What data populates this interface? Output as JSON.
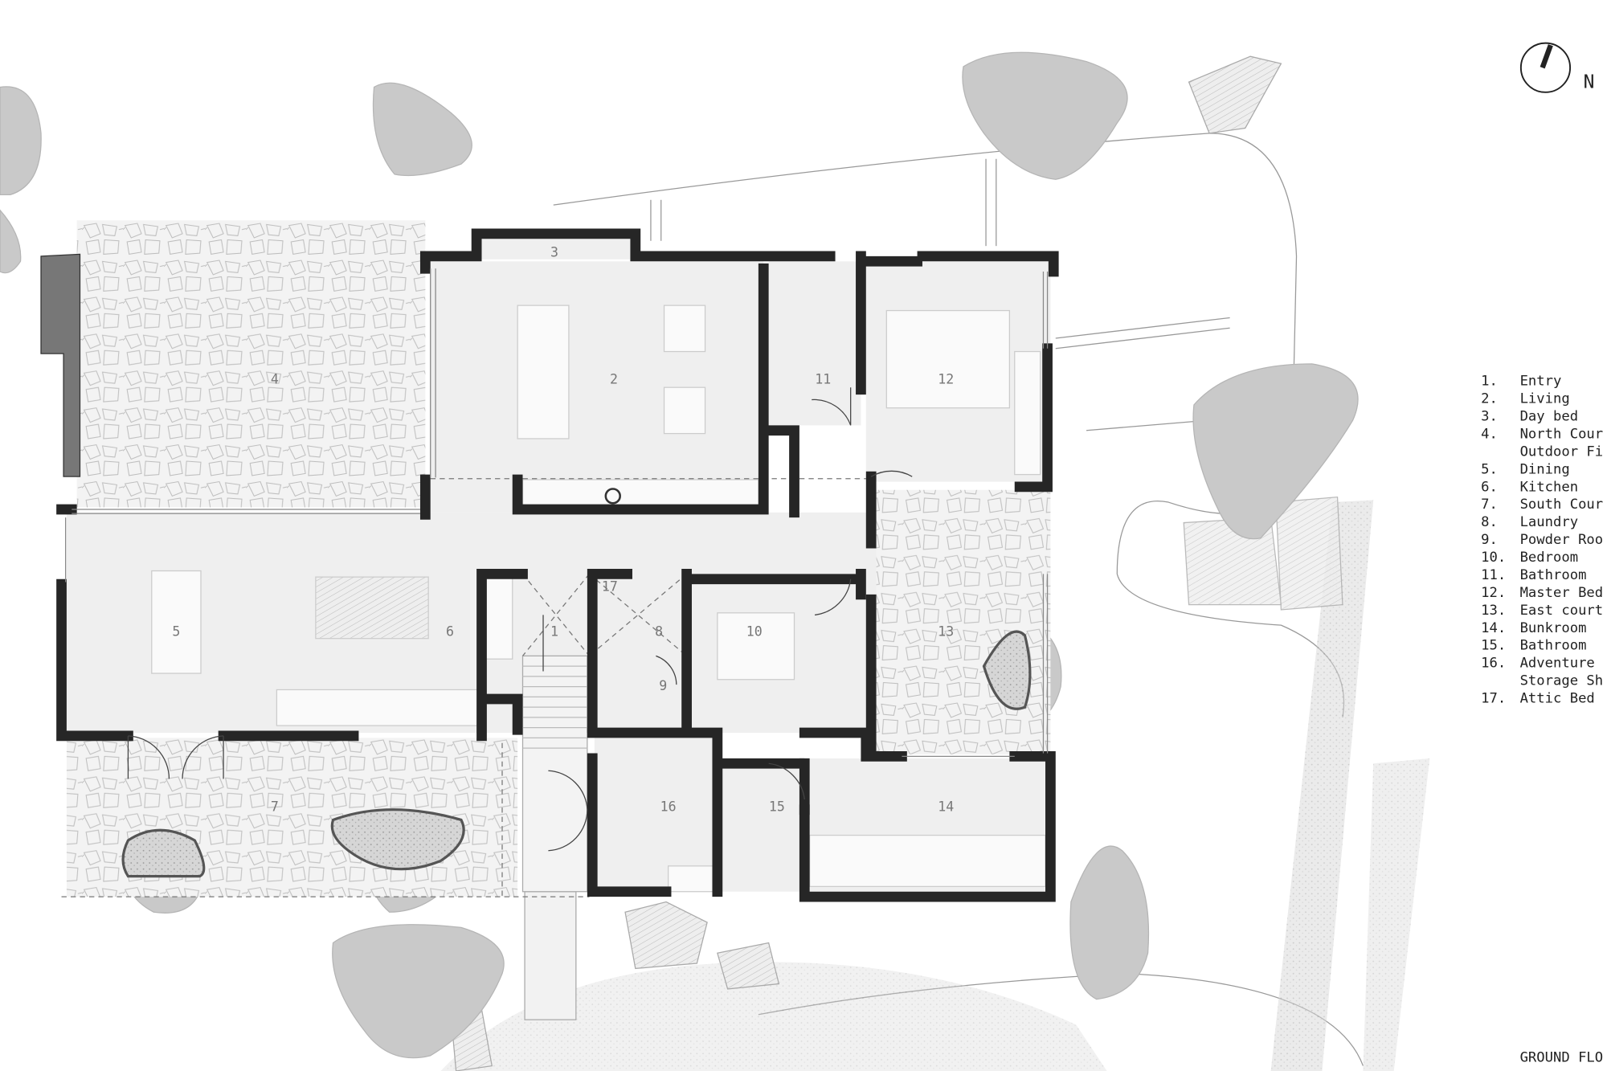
{
  "plan": {
    "title": "GROUND FLO",
    "north_label": "N",
    "rooms": [
      {
        "num": "1"
      },
      {
        "num": "2"
      },
      {
        "num": "3"
      },
      {
        "num": "4"
      },
      {
        "num": "5"
      },
      {
        "num": "6"
      },
      {
        "num": "7"
      },
      {
        "num": "8"
      },
      {
        "num": "9"
      },
      {
        "num": "10"
      },
      {
        "num": "11"
      },
      {
        "num": "12"
      },
      {
        "num": "13"
      },
      {
        "num": "14"
      },
      {
        "num": "15"
      },
      {
        "num": "16"
      },
      {
        "num": "17"
      }
    ]
  },
  "legend": [
    {
      "num": "1.",
      "label": "Entry"
    },
    {
      "num": "2.",
      "label": "Living"
    },
    {
      "num": "3.",
      "label": "Day bed"
    },
    {
      "num": "4.",
      "label": "North Cour"
    },
    {
      "num": "",
      "label": "Outdoor Fi"
    },
    {
      "num": "5.",
      "label": "Dining"
    },
    {
      "num": "6.",
      "label": "Kitchen"
    },
    {
      "num": "7.",
      "label": "South Cour"
    },
    {
      "num": "8.",
      "label": "Laundry"
    },
    {
      "num": "9.",
      "label": "Powder Roo"
    },
    {
      "num": "10.",
      "label": "Bedroom"
    },
    {
      "num": "11.",
      "label": "Bathroom"
    },
    {
      "num": "12.",
      "label": "Master Bed"
    },
    {
      "num": "13.",
      "label": "East court"
    },
    {
      "num": "14.",
      "label": "Bunkroom"
    },
    {
      "num": "15.",
      "label": "Bathroom"
    },
    {
      "num": "16.",
      "label": "Adventure"
    },
    {
      "num": "",
      "label": "Storage Sh"
    },
    {
      "num": "17.",
      "label": "Attic Bed"
    }
  ],
  "colors": {
    "wall": "#262626",
    "room": "#efefef",
    "tree": "#c9c9c9"
  }
}
